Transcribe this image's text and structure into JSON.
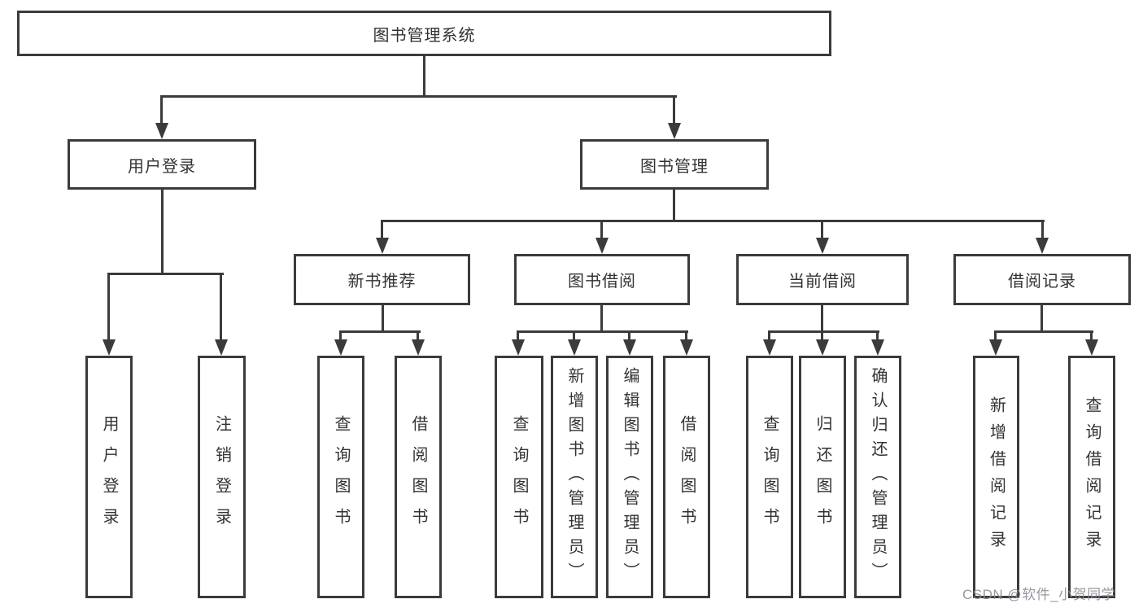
{
  "diagram_type": "functional-structure-tree",
  "tree": {
    "label": "图书管理系统",
    "children": [
      {
        "label": "用户登录",
        "children": [
          {
            "label": "用户登录"
          },
          {
            "label": "注销登录"
          }
        ]
      },
      {
        "label": "图书管理",
        "children": [
          {
            "label": "新书推荐",
            "children": [
              {
                "label": "查询图书"
              },
              {
                "label": "借阅图书"
              }
            ]
          },
          {
            "label": "图书借阅",
            "children": [
              {
                "label": "查询图书"
              },
              {
                "label": "新增图书（管理员）"
              },
              {
                "label": "编辑图书（管理员）"
              },
              {
                "label": "借阅图书"
              }
            ]
          },
          {
            "label": "当前借阅",
            "children": [
              {
                "label": "查询图书"
              },
              {
                "label": "归还图书"
              },
              {
                "label": "确认归还（管理员）"
              }
            ]
          },
          {
            "label": "借阅记录",
            "children": [
              {
                "label": "新增借阅记录"
              },
              {
                "label": "查询借阅记录"
              }
            ]
          }
        ]
      }
    ]
  },
  "watermark": {
    "text": "CSDN @软件_小贺同学"
  },
  "colors": {
    "background": "#ffffff",
    "box_fill": "#ffffff",
    "box_border": "#3b3b3b",
    "line": "#3b3b3b",
    "text": "#333333",
    "watermark": "#8a9097"
  }
}
